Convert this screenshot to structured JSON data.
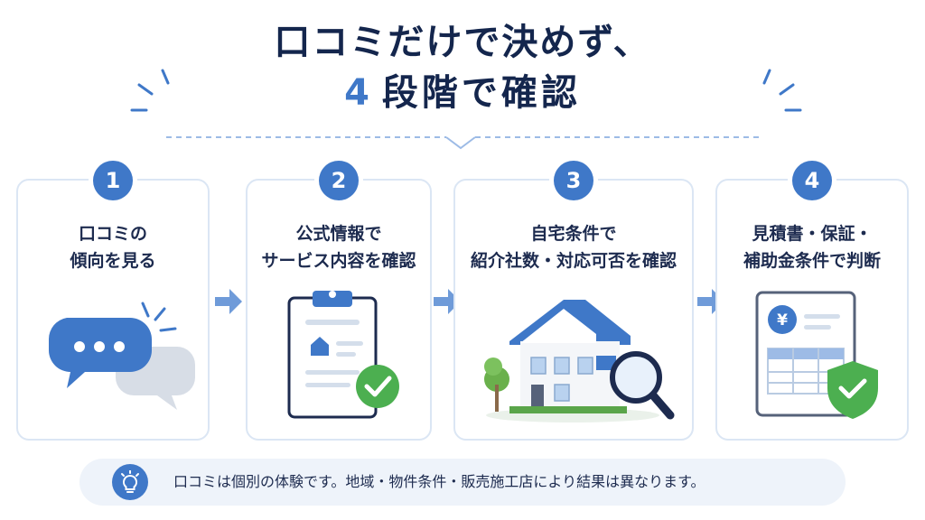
{
  "title": {
    "line1": "口コミだけで決めず、",
    "line2_number": "4",
    "line2_text": "段階で確認"
  },
  "steps": [
    {
      "number": "1",
      "title_lines": [
        "口コミの",
        "傾向を見る"
      ],
      "icon": "chat-bubbles-icon"
    },
    {
      "number": "2",
      "title_lines": [
        "公式情報で",
        "サービス内容を確認"
      ],
      "icon": "clipboard-check-icon"
    },
    {
      "number": "3",
      "title_lines": [
        "自宅条件で",
        "紹介社数・対応可否を確認"
      ],
      "icon": "house-magnifier-icon"
    },
    {
      "number": "4",
      "title_lines": [
        "見積書・保証・",
        "補助金条件で判断"
      ],
      "icon": "estimate-shield-icon"
    }
  ],
  "note": {
    "icon": "lightbulb-icon",
    "text": "口コミは個別の体験です。地域・物件条件・販売施工店により結果は異なります。"
  },
  "colors": {
    "accent": "#3f78c8",
    "title": "#14264d",
    "check_green": "#4caf50",
    "card_border": "#dbe6f4",
    "note_bg": "#eef3fa"
  }
}
